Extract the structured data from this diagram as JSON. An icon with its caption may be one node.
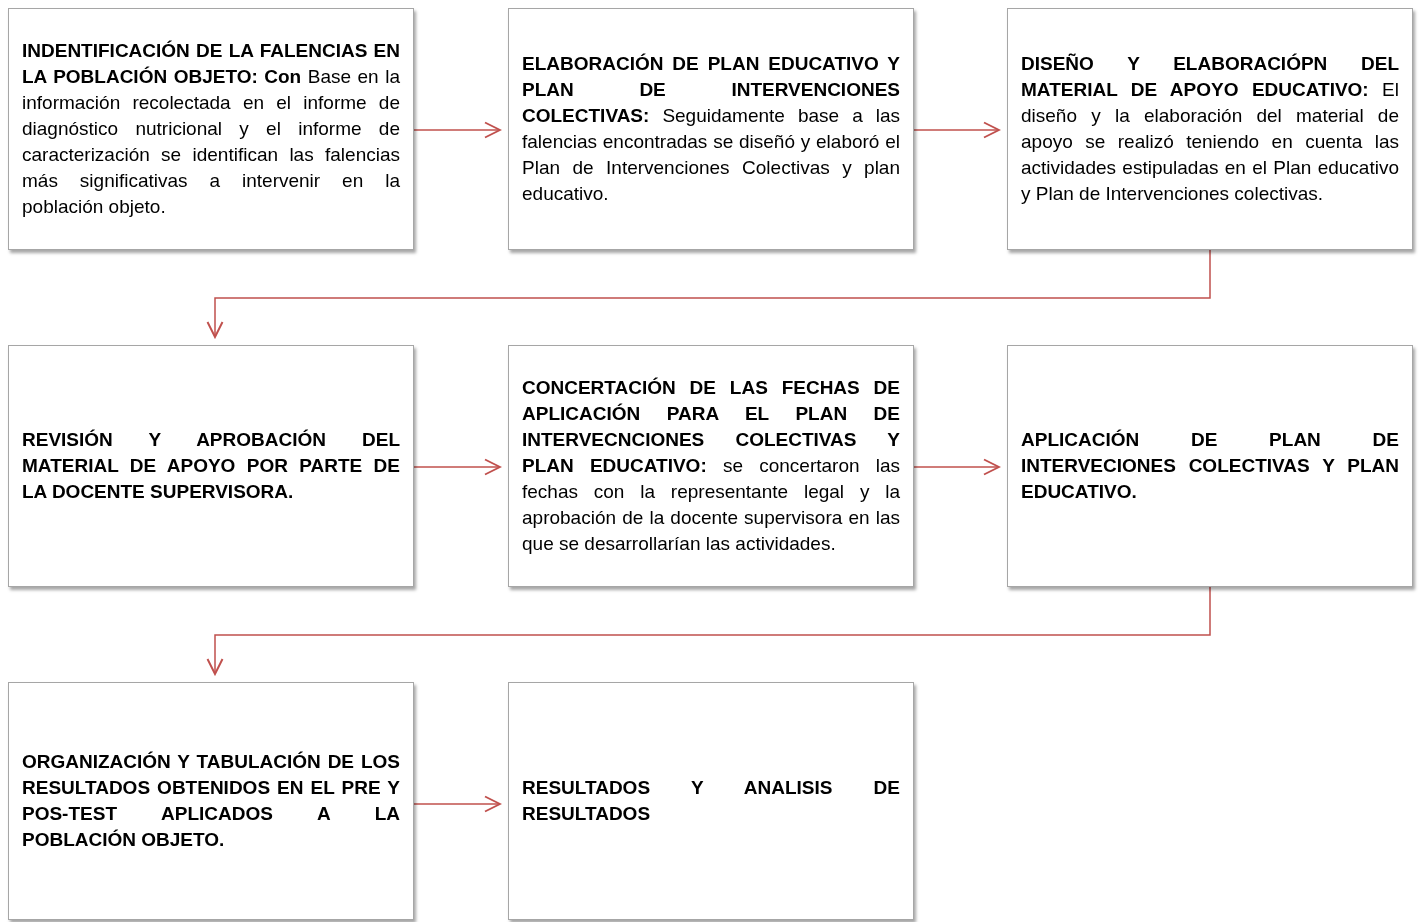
{
  "diagram": {
    "nodes": [
      {
        "text": [
          "**INDENTIFICACIÓN DE LA FALENCIAS EN LA POBLACIÓN OBJETO: Con** Base en la información recolectada en el informe de diagnóstico nutricional y el informe de caracterización se identifican las falencias más significativas a intervenir en la población objeto."
        ]
      },
      {
        "text": [
          "**ELABORACIÓN DE PLAN EDUCATIVO Y PLAN DE INTERVENCIONES COLECTIVAS:** Seguidamente base a las falencias encontradas se diseñó y elaboró el Plan de Intervenciones Colectivas y plan educativo."
        ]
      },
      {
        "text": [
          "**DISEÑO Y ELABORACIÓPN DEL MATERIAL DE APOYO EDUCATIVO:** El diseño y la elaboración del material de apoyo se realizó teniendo en cuenta las actividades estipuladas en el Plan educativo y Plan de Intervenciones colectivas."
        ]
      },
      {
        "text": [
          "REVISIÓN Y APROBACIÓN DEL MATERIAL DE APOYO POR PARTE DE LA DOCENTE SUPERVISORA."
        ]
      },
      {
        "text": [
          "**CONCERTACIÓN DE LAS FECHAS DE APLICACIÓN PARA EL PLAN DE INTERVECNCIONES COLECTIVAS Y PLAN EDUCATIVO:** se concertaron las fechas con la representante legal y la aprobación de la docente supervisora en las que se desarrollarían las actividades."
        ]
      },
      {
        "text": [
          "APLICACIÓN DE PLAN DE INTERVECIONES COLECTIVAS Y PLAN EDUCATIVO."
        ]
      },
      {
        "text": [
          "ORGANIZACIÓN Y TABULACIÓN DE LOS RESULTADOS OBTENIDOS EN EL PRE Y POS-TEST APLICADOS A LA POBLACIÓN OBJETO."
        ]
      },
      {
        "text": [
          "RESULTADOS Y ANALISIS DE RESULTADOS"
        ]
      }
    ],
    "edges": [
      {
        "from": 0,
        "to": 1,
        "arrow": "to"
      },
      {
        "from": 1,
        "to": 2,
        "arrow": "to"
      },
      {
        "from": 2,
        "to": 3,
        "arrow": "to"
      },
      {
        "from": 3,
        "to": 4,
        "arrow": "to"
      },
      {
        "from": 4,
        "to": 5,
        "arrow": "to"
      },
      {
        "from": 5,
        "to": 6,
        "arrow": "to"
      },
      {
        "from": 6,
        "to": 7,
        "arrow": "to"
      }
    ]
  }
}
